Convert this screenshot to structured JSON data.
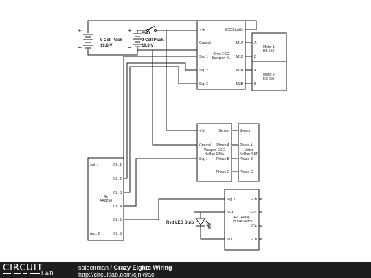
{
  "batteries": [
    {
      "name": "9 Cell Pack",
      "voltage": "10.8 V"
    },
    {
      "name": "9 Cell Pack",
      "voltage": "10.8 V"
    }
  ],
  "battery_terminals": {
    "plus": "+",
    "minus": "−"
  },
  "switch": {
    "label": "SW1"
  },
  "drive_esc": {
    "title_line1": "Drive ESC",
    "title_line2": "Scorpion XL",
    "pins": {
      "plus_in": "+ In",
      "bec_enable": "BEC Enable",
      "ground": "Ground",
      "sig1": "Sig. 1",
      "sig2": "Sig. 2",
      "sig3": "Sig. 3",
      "m1a": "M1A",
      "m1b": "M1B",
      "m2a": "M2A",
      "m2b": "M2B"
    }
  },
  "motor1": {
    "title_line1": "Motor 1",
    "title_line2": "BB 550",
    "pin_a": "A",
    "pin_b": "B"
  },
  "motor2": {
    "title_line1": "Motor 2",
    "title_line2": "BB 550",
    "pin_a": "A",
    "pin_b": "B"
  },
  "weapon_esc": {
    "title_line1": "Weapon ESC",
    "title_line2": "XeRun 120A",
    "pins": {
      "plus_in": "+ In",
      "sensor": "Sensor",
      "ground": "Ground",
      "sig1": "Sig. 1",
      "phase_a": "Phase A",
      "phase_b": "Phase B",
      "phase_c": "Phase C"
    }
  },
  "weapon_motor": {
    "title_line1": "Motor",
    "title_line2": "XeRun 4.5T",
    "pins": {
      "sensor": "Sensor",
      "phase_a": "Phase A",
      "phase_b": "Phase B",
      "phase_c": "Phase C"
    }
  },
  "receiver": {
    "title_line1": "Rx",
    "title_line2": "AR6250",
    "pins": {
      "aux1": "Aul. 1",
      "aux2": "Aux. 2",
      "ch1": "Ch. 1",
      "ch2": "Ch. 2",
      "ch3": "Ch. 3",
      "ch4": "Ch. 4",
      "ch5": "Ch. 5",
      "ch6": "Ch. 6"
    }
  },
  "rc_relay": {
    "title_line1": "R/C Relay",
    "title_line2": "DoubleSwitch",
    "pins": {
      "sig1": "Sig. 1",
      "s1a": "S1A",
      "s1c": "S1C",
      "s1b": "S1B",
      "s2a": "S2A",
      "s2b": "S2B",
      "s2c": "S2C"
    }
  },
  "led": {
    "label": "Red LED Strip"
  },
  "footer": {
    "logo_top": "CIRCUIT",
    "logo_bottom": "LAB",
    "author": "saleenman",
    "separator": " / ",
    "title": "Crazy Eights Wiring",
    "url": "http://circuitlab.com/cjnk9ac"
  },
  "colors": {
    "wire": "#1a1a1a",
    "background": "#ffffff",
    "footer_bg": "#1d1d1d",
    "footer_text": "#ffffff"
  }
}
